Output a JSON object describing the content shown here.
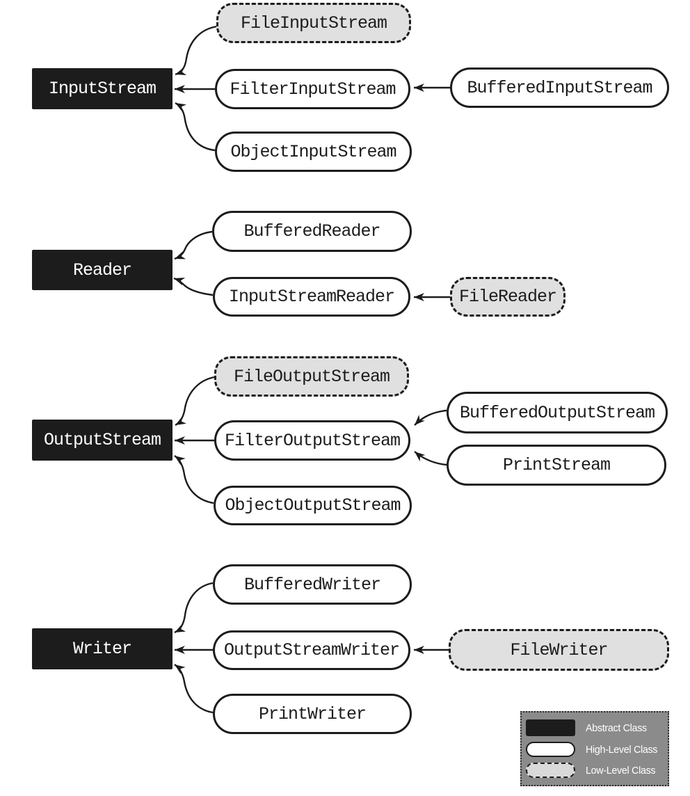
{
  "nodes": [
    {
      "id": "inputstream",
      "label": "InputStream",
      "kind": "abstract"
    },
    {
      "id": "fileinputstream",
      "label": "FileInputStream",
      "kind": "low"
    },
    {
      "id": "filterinputstream",
      "label": "FilterInputStream",
      "kind": "high"
    },
    {
      "id": "objectinputstream",
      "label": "ObjectInputStream",
      "kind": "high"
    },
    {
      "id": "bufferedinputstream",
      "label": "BufferedInputStream",
      "kind": "high"
    },
    {
      "id": "reader",
      "label": "Reader",
      "kind": "abstract"
    },
    {
      "id": "bufferedreader",
      "label": "BufferedReader",
      "kind": "high"
    },
    {
      "id": "inputstreamreader",
      "label": "InputStreamReader",
      "kind": "high"
    },
    {
      "id": "filereader",
      "label": "FileReader",
      "kind": "low"
    },
    {
      "id": "outputstream",
      "label": "OutputStream",
      "kind": "abstract"
    },
    {
      "id": "fileoutputstream",
      "label": "FileOutputStream",
      "kind": "low"
    },
    {
      "id": "filteroutputstream",
      "label": "FilterOutputStream",
      "kind": "high"
    },
    {
      "id": "objectoutputstream",
      "label": "ObjectOutputStream",
      "kind": "high"
    },
    {
      "id": "bufferedoutputstream",
      "label": "BufferedOutputStream",
      "kind": "high"
    },
    {
      "id": "printstream",
      "label": "PrintStream",
      "kind": "high"
    },
    {
      "id": "writer",
      "label": "Writer",
      "kind": "abstract"
    },
    {
      "id": "bufferedwriter",
      "label": "BufferedWriter",
      "kind": "high"
    },
    {
      "id": "outputstreamwriter",
      "label": "OutputStreamWriter",
      "kind": "high"
    },
    {
      "id": "printwriter",
      "label": "PrintWriter",
      "kind": "high"
    },
    {
      "id": "filewriter",
      "label": "FileWriter",
      "kind": "low"
    }
  ],
  "edges": [
    {
      "from": "fileinputstream",
      "to": "inputstream"
    },
    {
      "from": "filterinputstream",
      "to": "inputstream"
    },
    {
      "from": "objectinputstream",
      "to": "inputstream"
    },
    {
      "from": "bufferedinputstream",
      "to": "filterinputstream"
    },
    {
      "from": "bufferedreader",
      "to": "reader"
    },
    {
      "from": "inputstreamreader",
      "to": "reader"
    },
    {
      "from": "filereader",
      "to": "inputstreamreader"
    },
    {
      "from": "fileoutputstream",
      "to": "outputstream"
    },
    {
      "from": "filteroutputstream",
      "to": "outputstream"
    },
    {
      "from": "objectoutputstream",
      "to": "outputstream"
    },
    {
      "from": "bufferedoutputstream",
      "to": "filteroutputstream"
    },
    {
      "from": "printstream",
      "to": "filteroutputstream"
    },
    {
      "from": "bufferedwriter",
      "to": "writer"
    },
    {
      "from": "outputstreamwriter",
      "to": "writer"
    },
    {
      "from": "printwriter",
      "to": "writer"
    },
    {
      "from": "filewriter",
      "to": "outputstreamwriter"
    }
  ],
  "legend": {
    "items": [
      {
        "kind": "abstract",
        "label": "Abstract Class"
      },
      {
        "kind": "high",
        "label": "High-Level Class"
      },
      {
        "kind": "low",
        "label": "Low-Level Class"
      }
    ]
  },
  "colors": {
    "abstract_fill": "#1c1c1c",
    "high_fill": "#ffffff",
    "low_fill": "#e0e0e0",
    "stroke": "#1c1c1c",
    "legend_background": "#8b8b8b",
    "legend_text": "#ffffff"
  }
}
